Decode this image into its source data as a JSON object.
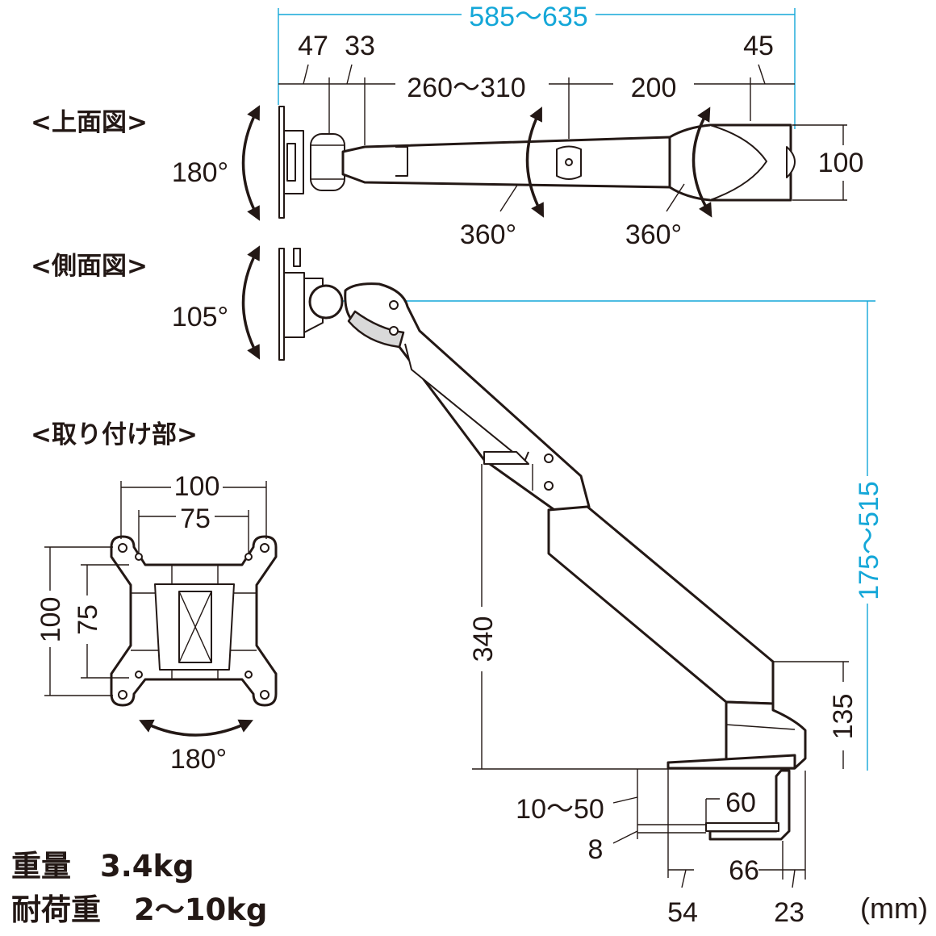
{
  "views": {
    "top": "<上面図>",
    "side": "<側面図>",
    "mount": "<取り付け部>"
  },
  "dims": {
    "total_length": "585～635",
    "d47": "47",
    "d33": "33",
    "d45": "45",
    "arm1": "260～310",
    "arm2": "200",
    "depth100": "100",
    "rot_panel": "180°",
    "rot_joint1": "360°",
    "rot_joint2": "360°",
    "tilt": "105°",
    "height_range": "175～515",
    "pole_height": "340",
    "base_height": "135",
    "clamp_range": "10～50",
    "clamp_plate": "8",
    "clamp60": "60",
    "clamp66": "66",
    "clamp54": "54",
    "clamp23": "23",
    "unit": "(mm)"
  },
  "mount": {
    "vesa_outer_w": "100",
    "vesa_inner_w": "75",
    "vesa_outer_h": "100",
    "vesa_inner_h": "75",
    "rotation": "180°"
  },
  "specs": {
    "weight_label": "重量",
    "weight_value": "3.4kg",
    "load_label": "耐荷重",
    "load_value": "2～10kg"
  },
  "colors": {
    "line": "#231815",
    "dimension_accent": "#14a7d8"
  }
}
